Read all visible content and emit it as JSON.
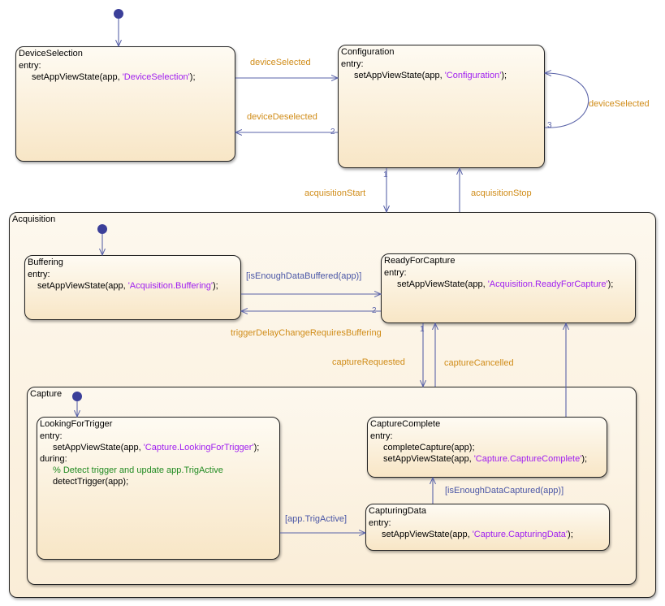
{
  "states": {
    "device_selection": {
      "title": "DeviceSelection",
      "entry_kw": "entry:",
      "call": "setAppViewState(app, ",
      "arg": "'DeviceSelection'",
      "close": ");"
    },
    "configuration": {
      "title": "Configuration",
      "entry_kw": "entry:",
      "call": "setAppViewState(app, ",
      "arg": "'Configuration'",
      "close": ");"
    },
    "acquisition": {
      "title": "Acquisition"
    },
    "buffering": {
      "title": "Buffering",
      "entry_kw": "entry:",
      "call": "setAppViewState(app, ",
      "arg": "'Acquisition.Buffering'",
      "close": ");"
    },
    "ready_for_capture": {
      "title": "ReadyForCapture",
      "entry_kw": "entry:",
      "call": "setAppViewState(app, ",
      "arg": "'Acquisition.ReadyForCapture'",
      "close": ");"
    },
    "capture": {
      "title": "Capture"
    },
    "looking_for_trigger": {
      "title": "LookingForTrigger",
      "entry_kw": "entry:",
      "call": "setAppViewState(app, ",
      "arg": "'Capture.LookingForTrigger'",
      "close": ");",
      "during_kw": "during:",
      "comment": "% Detect trigger and update app.TrigActive",
      "during_call": "detectTrigger(app);"
    },
    "capture_complete": {
      "title": "CaptureComplete",
      "entry_kw": "entry:",
      "line1": "completeCapture(app);",
      "call": "setAppViewState(app, ",
      "arg": "'Capture.CaptureComplete'",
      "close": ");"
    },
    "capturing_data": {
      "title": "CapturingData",
      "entry_kw": "entry:",
      "call": "setAppViewState(app, ",
      "arg": "'Capture.CapturingData'",
      "close": ");"
    }
  },
  "transitions": {
    "device_selected": "deviceSelected",
    "device_deselected": "deviceDeselected",
    "device_selected_self": "deviceSelected",
    "acquisition_start": "acquisitionStart",
    "acquisition_stop": "acquisitionStop",
    "is_enough_data_buffered": "[isEnoughDataBuffered(app)]",
    "trigger_delay_change": "triggerDelayChangeRequiresBuffering",
    "capture_requested": "captureRequested",
    "capture_cancelled": "captureCancelled",
    "is_enough_data_captured": "[isEnoughDataCaptured(app)]",
    "app_trig_active": "[app.TrigActive]"
  },
  "priorities": {
    "deselect": "2",
    "self_loop": "3",
    "acq_start": "1",
    "trigger_delay": "2",
    "capture_req": "1"
  },
  "colors": {
    "arrow": "#5a63a8",
    "event_label": "#d08c18",
    "condition_label": "#4a56a6",
    "string": "#a020f0",
    "comment": "#228b22",
    "default_dot": "#3b3f99"
  }
}
